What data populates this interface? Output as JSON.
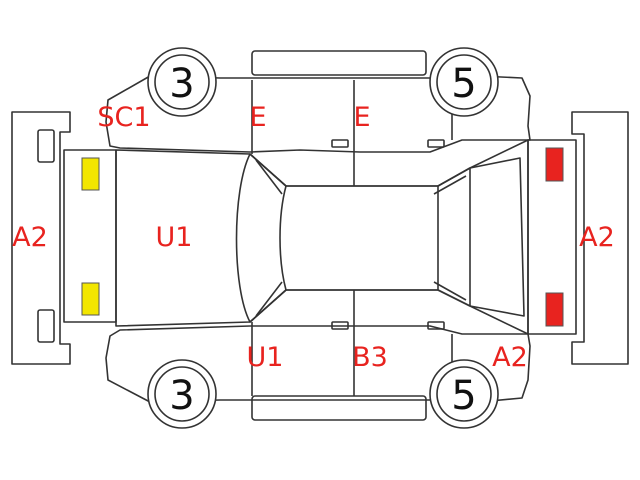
{
  "wheels": {
    "front_left": "3",
    "rear_left": "5",
    "front_right": "3",
    "rear_right": "5"
  },
  "labels": {
    "front_bumper": "A2",
    "rear_bumper": "A2",
    "front_left_fender": "SC1",
    "front_left_door": "E",
    "rear_left_door": "E",
    "hood": "U1",
    "front_right_door": "U1",
    "rear_right_door": "B3",
    "rear_right_quarter": "A2"
  },
  "colors": {
    "damage_label": "#e8231f",
    "front_lamp": "#f2e600",
    "rear_lamp": "#e8231f",
    "outline": "#333333"
  }
}
